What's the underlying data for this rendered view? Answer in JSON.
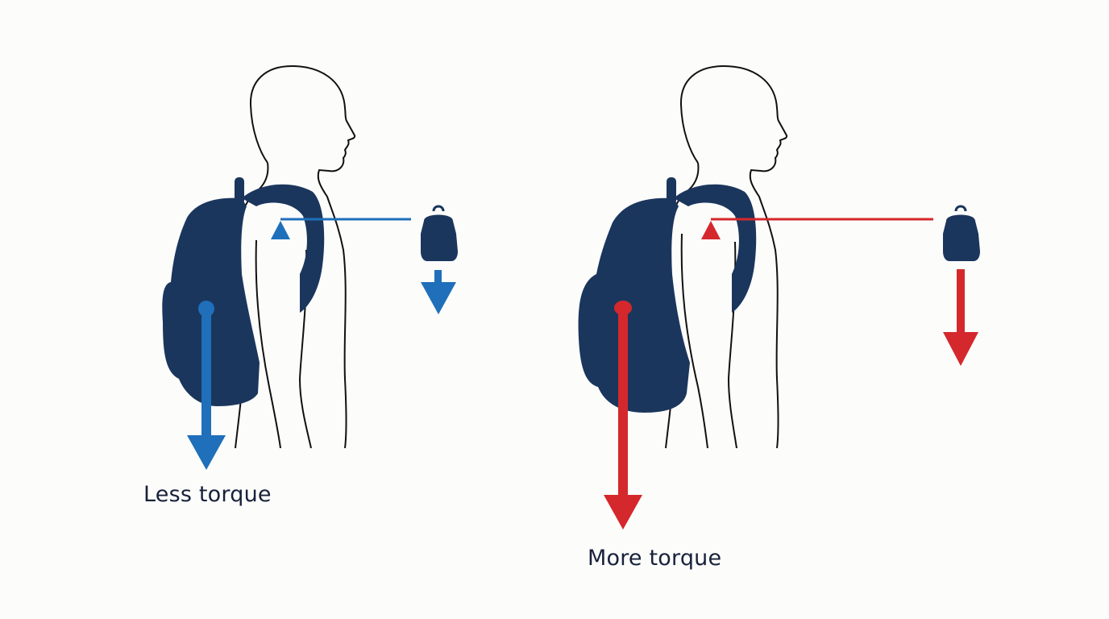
{
  "colors": {
    "background": "#fcfcfb",
    "backpack": "#1b365d",
    "outline": "#111111",
    "less_accent": "#1f6fba",
    "more_accent": "#d4282c",
    "label_text": "#17213a"
  },
  "panels": [
    {
      "id": "left",
      "label": "Less torque",
      "accent": "blue",
      "description": "Backpack worn close to body; short lever arm from shoulder pivot; short force arrow"
    },
    {
      "id": "right",
      "label": "More torque",
      "accent": "red",
      "description": "Backpack sagging away from body; long lever arm from shoulder pivot; long force arrow"
    }
  ],
  "icons": [
    "person-silhouette",
    "backpack",
    "pivot-triangle",
    "lever-arm",
    "force-arrow",
    "small-backpack-icon"
  ]
}
